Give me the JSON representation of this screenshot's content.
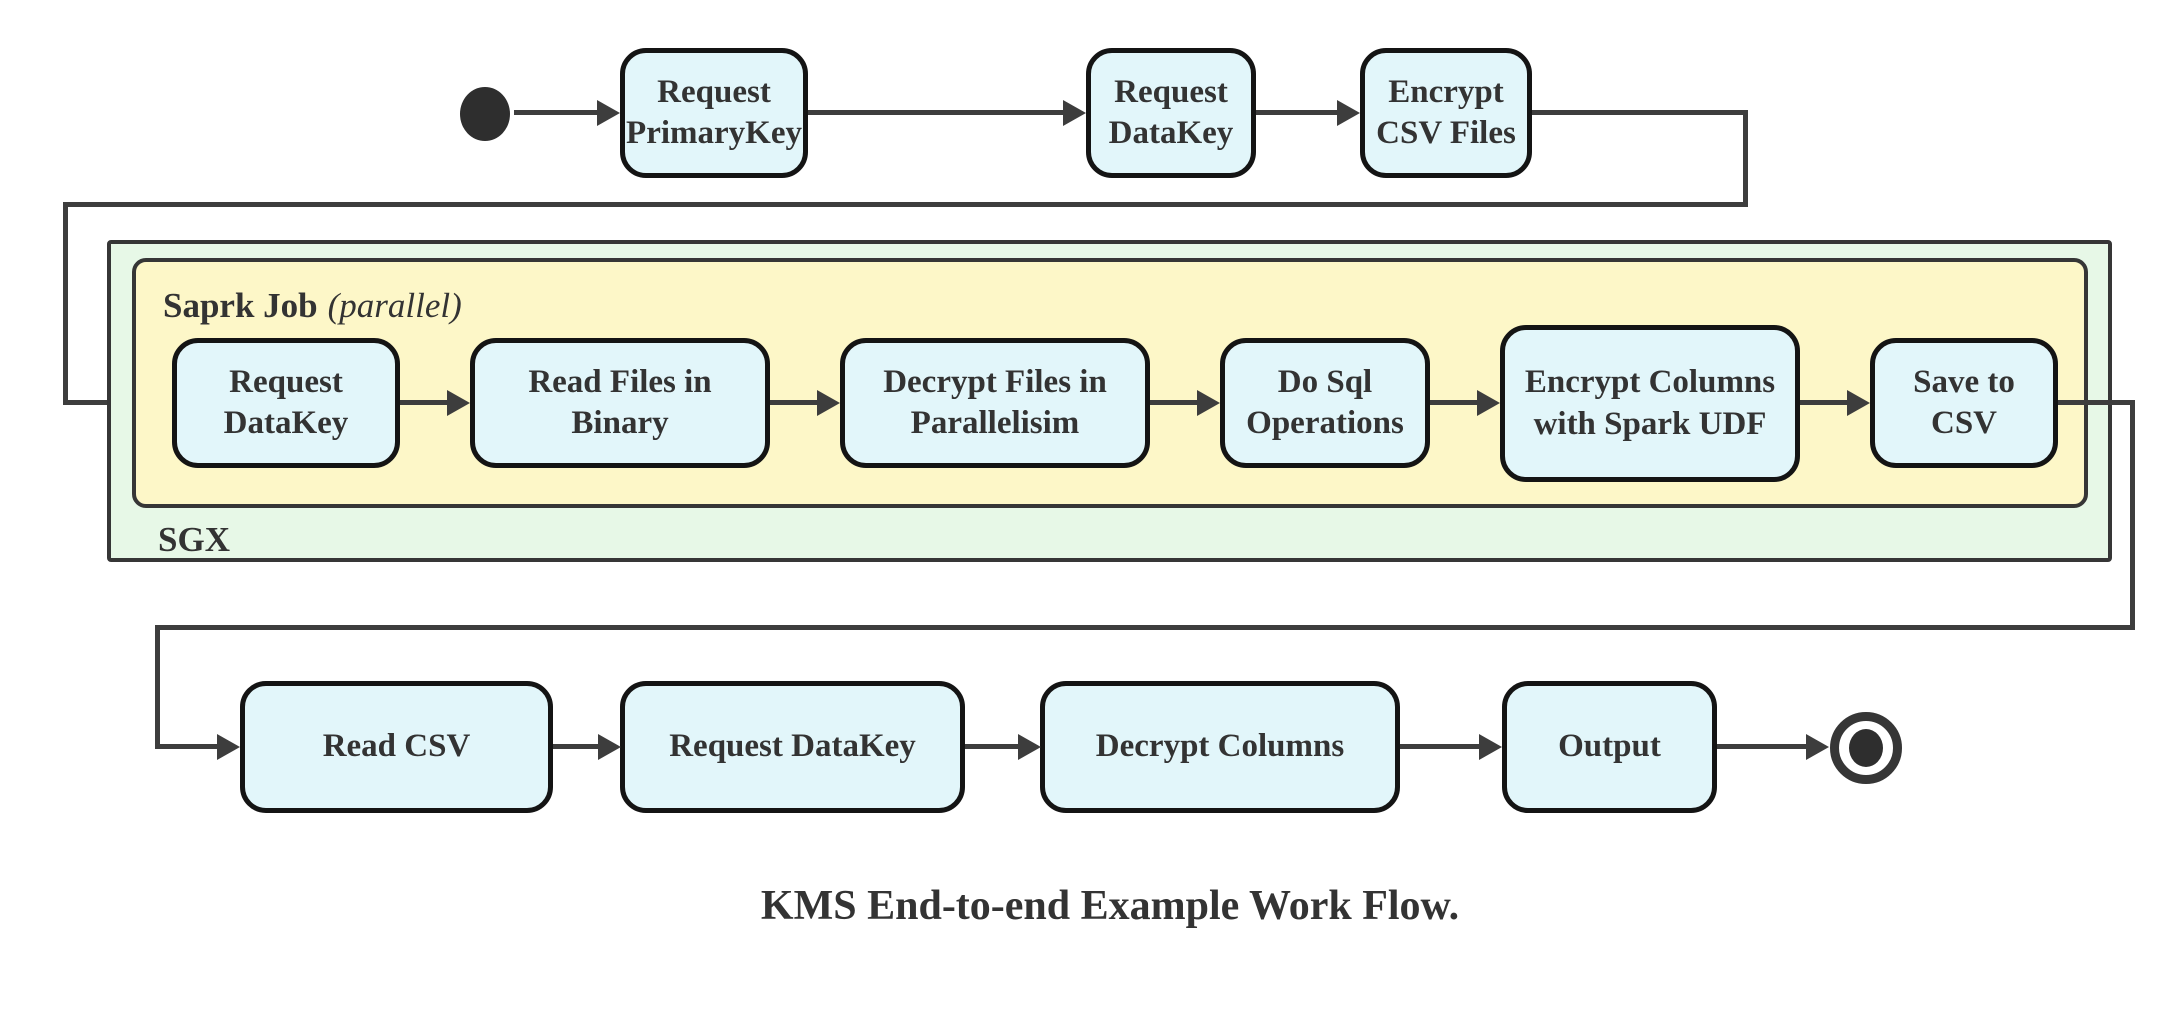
{
  "diagram": {
    "caption": "KMS End-to-end Example Work Flow.",
    "colors": {
      "node_fill": "#e2f6fa",
      "node_border": "#141414",
      "spark_container_fill": "#fdf7c8",
      "sgx_container_fill": "#e7f8e7",
      "container_border": "#363636",
      "connector": "#3d3d3d",
      "text": "#333333"
    },
    "containers": {
      "spark": {
        "title": "Saprk Job",
        "mode": "(parallel)"
      },
      "sgx": {
        "label": "SGX"
      }
    },
    "top_row": [
      {
        "label": "Request PrimaryKey"
      },
      {
        "label": "Request DataKey"
      },
      {
        "label": "Encrypt CSV Files"
      }
    ],
    "spark_row": [
      {
        "label": "Request DataKey"
      },
      {
        "label": "Read Files in Binary"
      },
      {
        "label": "Decrypt Files in Parallelisim"
      },
      {
        "label": "Do Sql Operations"
      },
      {
        "label": "Encrypt Columns with Spark UDF"
      },
      {
        "label": "Save to CSV"
      }
    ],
    "bottom_row": [
      {
        "label": "Read CSV"
      },
      {
        "label": "Request DataKey"
      },
      {
        "label": "Decrypt Columns"
      },
      {
        "label": "Output"
      }
    ]
  }
}
